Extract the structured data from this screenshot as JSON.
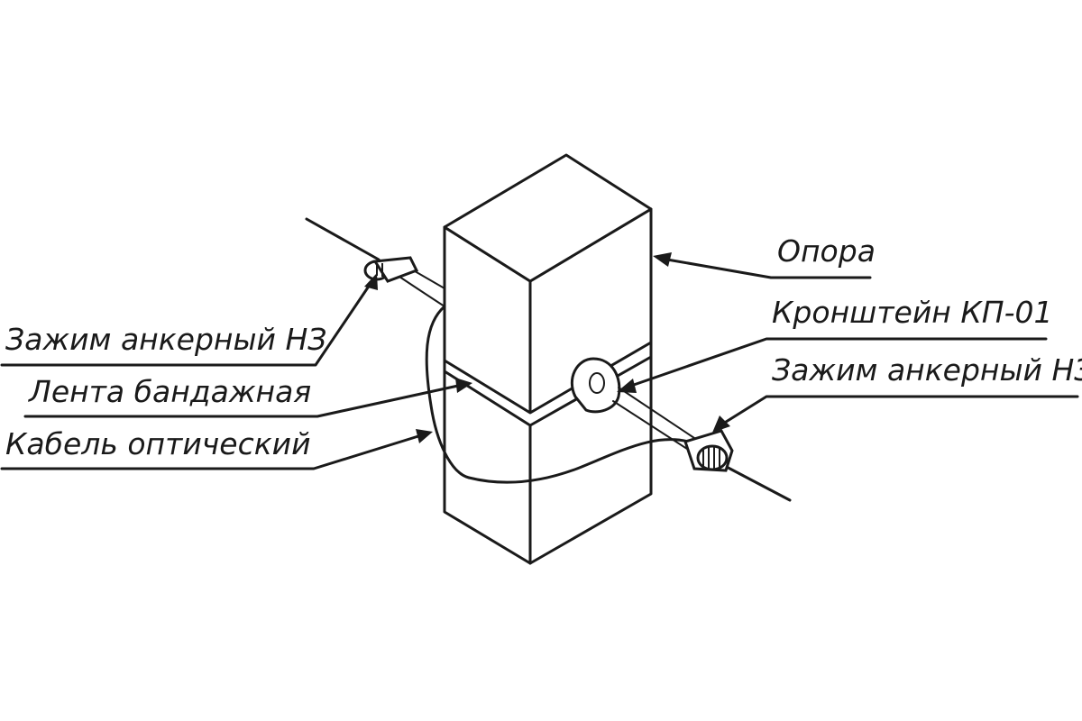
{
  "labels": {
    "opora": "Опора",
    "kronshtein": "Кронштейн КП-01",
    "zazhim_right": "Зажим анкерный НЗ",
    "zazhim_left": "Зажим анкерный НЗ",
    "lenta": "Лента бандажная",
    "kabel": "Кабель оптический"
  }
}
